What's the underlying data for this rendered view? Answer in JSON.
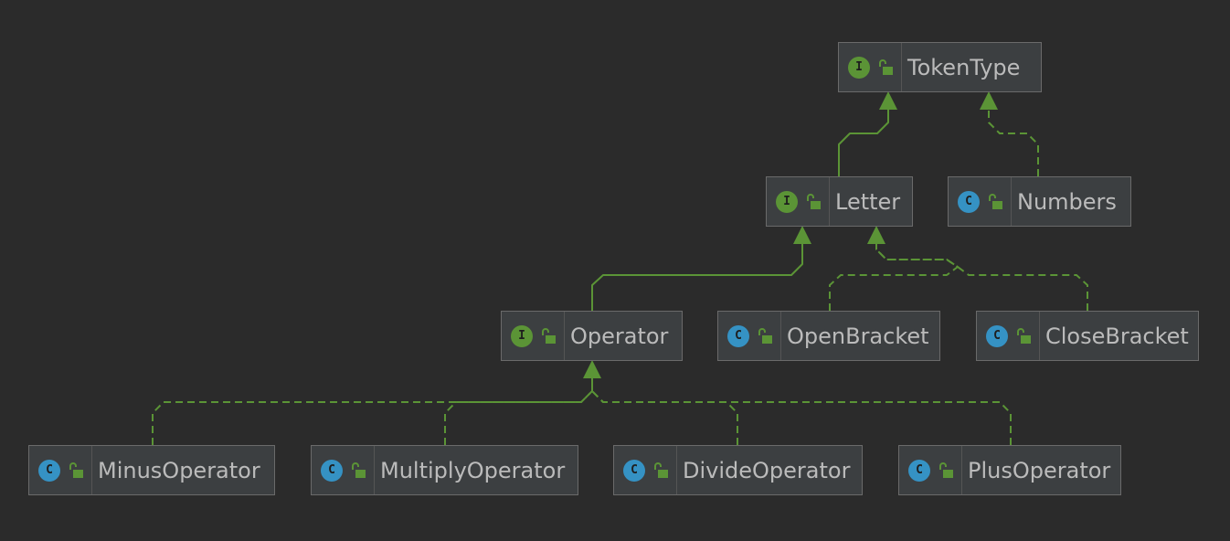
{
  "colors": {
    "background": "#2b2b2b",
    "node_fill": "#3c3f41",
    "node_border": "#6a6a6a",
    "text": "#bbbbbb",
    "edge": "#5b9436",
    "interface_badge": "#5b9436",
    "class_badge": "#3592c4"
  },
  "nodes": [
    {
      "id": "tokentype",
      "label": "TokenType",
      "kind": "interface",
      "badge": "I",
      "icon": "interface-icon"
    },
    {
      "id": "letter",
      "label": "Letter",
      "kind": "interface",
      "badge": "I",
      "icon": "interface-icon"
    },
    {
      "id": "numbers",
      "label": "Numbers",
      "kind": "class",
      "badge": "C",
      "icon": "class-icon"
    },
    {
      "id": "operator",
      "label": "Operator",
      "kind": "interface",
      "badge": "I",
      "icon": "interface-icon"
    },
    {
      "id": "openbracket",
      "label": "OpenBracket",
      "kind": "class",
      "badge": "C",
      "icon": "class-icon"
    },
    {
      "id": "closebracket",
      "label": "CloseBracket",
      "kind": "class",
      "badge": "C",
      "icon": "class-icon"
    },
    {
      "id": "minusoperator",
      "label": "MinusOperator",
      "kind": "class",
      "badge": "C",
      "icon": "class-icon"
    },
    {
      "id": "multiplyoperator",
      "label": "MultiplyOperator",
      "kind": "class",
      "badge": "C",
      "icon": "class-icon"
    },
    {
      "id": "divideoperator",
      "label": "DivideOperator",
      "kind": "class",
      "badge": "C",
      "icon": "class-icon"
    },
    {
      "id": "plusoperator",
      "label": "PlusOperator",
      "kind": "class",
      "badge": "C",
      "icon": "class-icon"
    }
  ],
  "edges": [
    {
      "from": "letter",
      "to": "tokentype",
      "relation": "extends",
      "style": "solid"
    },
    {
      "from": "numbers",
      "to": "tokentype",
      "relation": "implements",
      "style": "dashed"
    },
    {
      "from": "operator",
      "to": "letter",
      "relation": "extends",
      "style": "solid"
    },
    {
      "from": "openbracket",
      "to": "letter",
      "relation": "implements",
      "style": "dashed"
    },
    {
      "from": "closebracket",
      "to": "letter",
      "relation": "implements",
      "style": "dashed"
    },
    {
      "from": "minusoperator",
      "to": "operator",
      "relation": "implements",
      "style": "dashed"
    },
    {
      "from": "multiplyoperator",
      "to": "operator",
      "relation": "implements",
      "style": "dashed"
    },
    {
      "from": "divideoperator",
      "to": "operator",
      "relation": "implements",
      "style": "dashed"
    },
    {
      "from": "plusoperator",
      "to": "operator",
      "relation": "implements",
      "style": "dashed"
    }
  ],
  "access_icon": "public-lock-icon"
}
